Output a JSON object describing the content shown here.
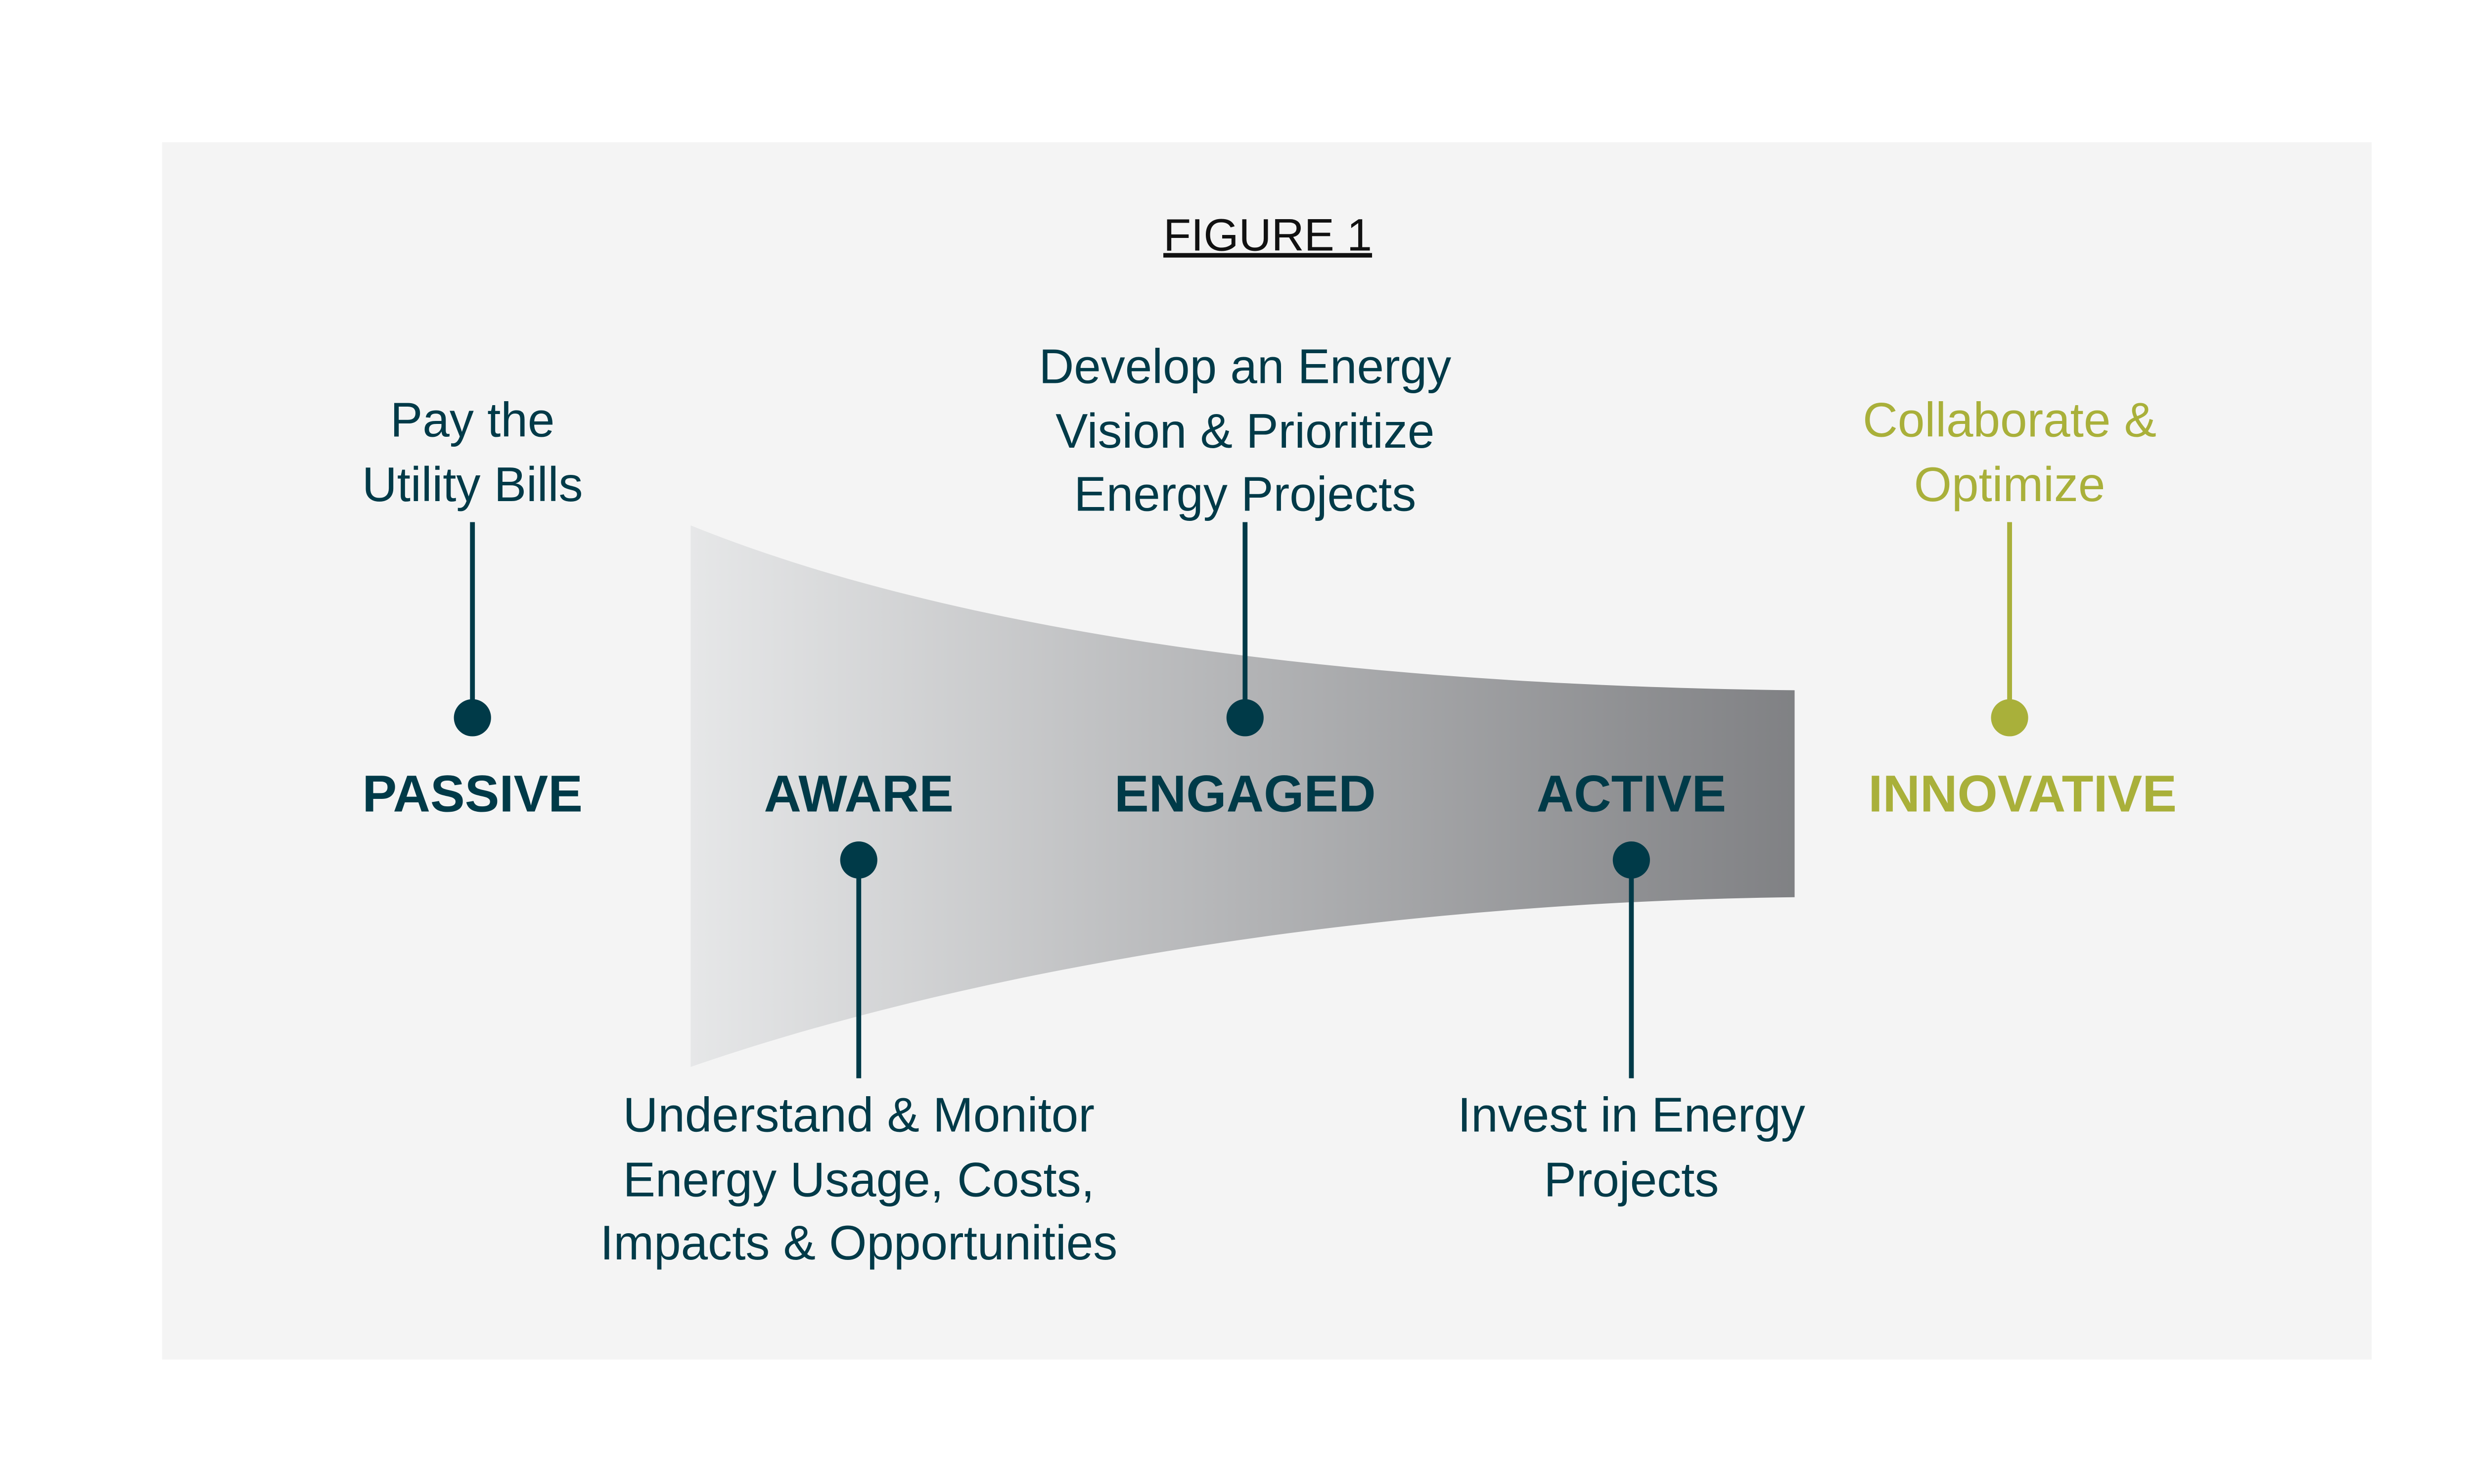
{
  "title": "FIGURE 1",
  "colors": {
    "dark": "#003a48",
    "accent": "#a9b03a",
    "panel": "#f4f4f4",
    "funnel_light": "#e6e7e8",
    "funnel_dark": "#808184"
  },
  "stages": [
    {
      "label": "PASSIVE",
      "description": [
        "Pay the",
        "Utility Bills"
      ]
    },
    {
      "label": "AWARE",
      "description": [
        "Understand & Monitor",
        "Energy Usage, Costs,",
        "Impacts & Opportunities"
      ]
    },
    {
      "label": "ENGAGED",
      "description": [
        "Develop an Energy",
        "Vision & Prioritize",
        "Energy Projects"
      ]
    },
    {
      "label": "ACTIVE",
      "description": [
        "Invest in Energy",
        "Projects"
      ]
    },
    {
      "label": "INNOVATIVE",
      "description": [
        "Collaborate &",
        "Optimize"
      ]
    }
  ]
}
